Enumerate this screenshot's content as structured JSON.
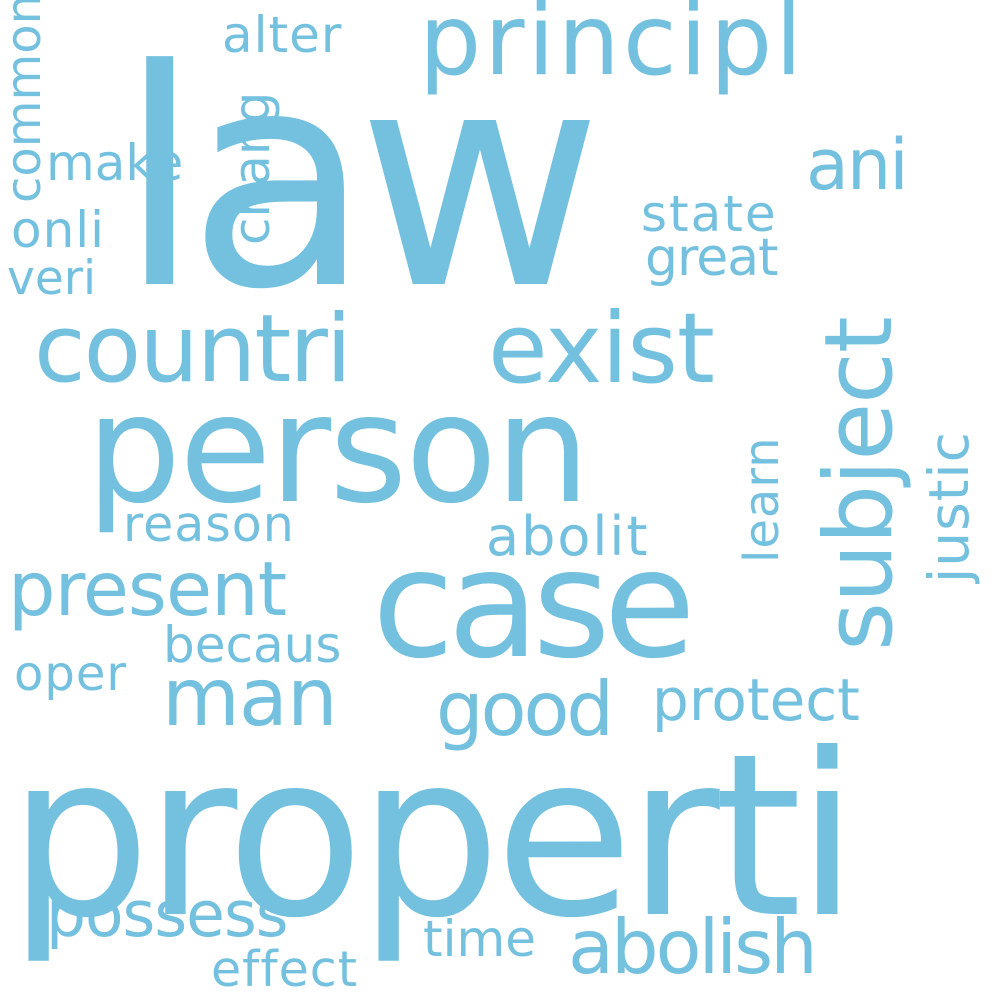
{
  "color": "#74c0df",
  "background": "#ffffff",
  "words": {
    "law": "law",
    "properti": "properti",
    "person": "person",
    "case": "case",
    "countri": "countri",
    "exist": "exist",
    "principl": "principl",
    "subject": "subject",
    "present": "present",
    "man": "man",
    "possess": "possess",
    "abolish": "abolish",
    "good": "good",
    "ani": "ani",
    "protect": "protect",
    "abolit": "abolit",
    "reason": "reason",
    "becaus": "becaus",
    "state": "state",
    "great": "great",
    "justic": "justic",
    "chang": "chang",
    "common": "common",
    "alter": "alter",
    "make": "make",
    "onli": "onli",
    "veri": "veri",
    "oper": "oper",
    "learn": "learn",
    "time": "time",
    "effect": "effect"
  }
}
